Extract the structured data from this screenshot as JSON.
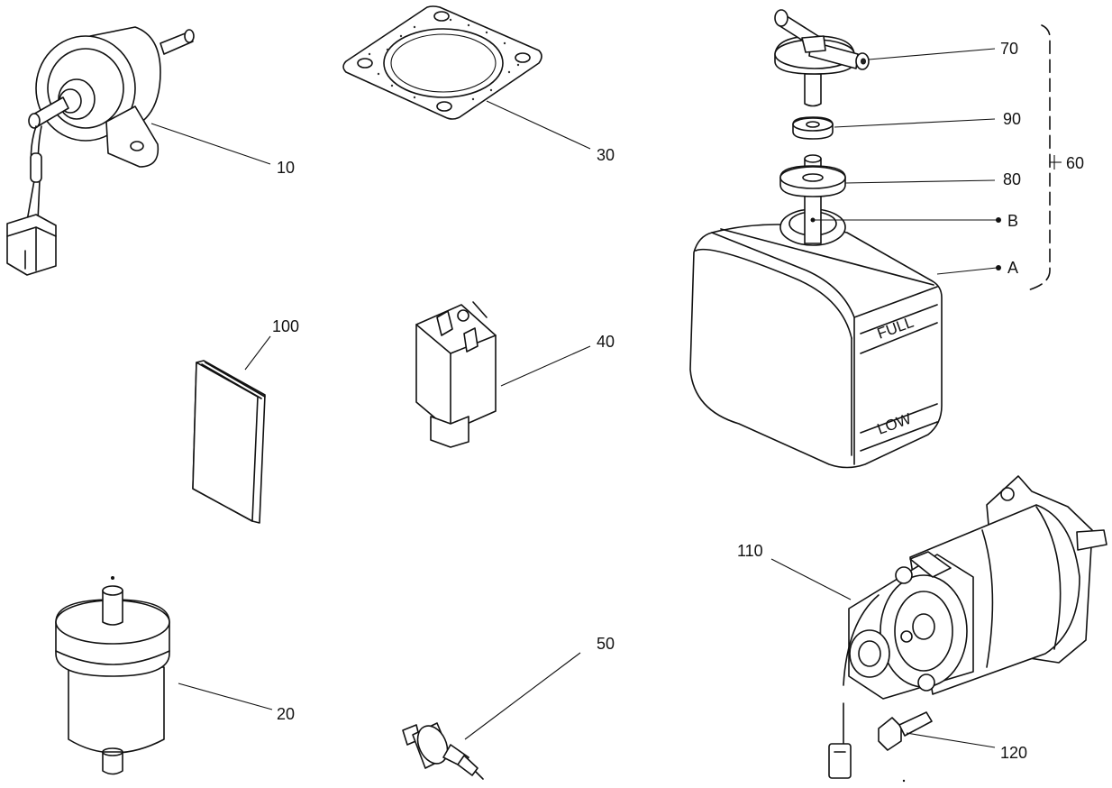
{
  "parts": {
    "p10": "10",
    "p20": "20",
    "p30": "30",
    "p40": "40",
    "p50": "50",
    "p60": "60",
    "p70": "70",
    "p80": "80",
    "p90": "90",
    "p100": "100",
    "p110": "110",
    "p120": "120"
  },
  "points": {
    "a": "A",
    "b": "B"
  },
  "tank": {
    "full": "FULL",
    "low": "LOW"
  }
}
